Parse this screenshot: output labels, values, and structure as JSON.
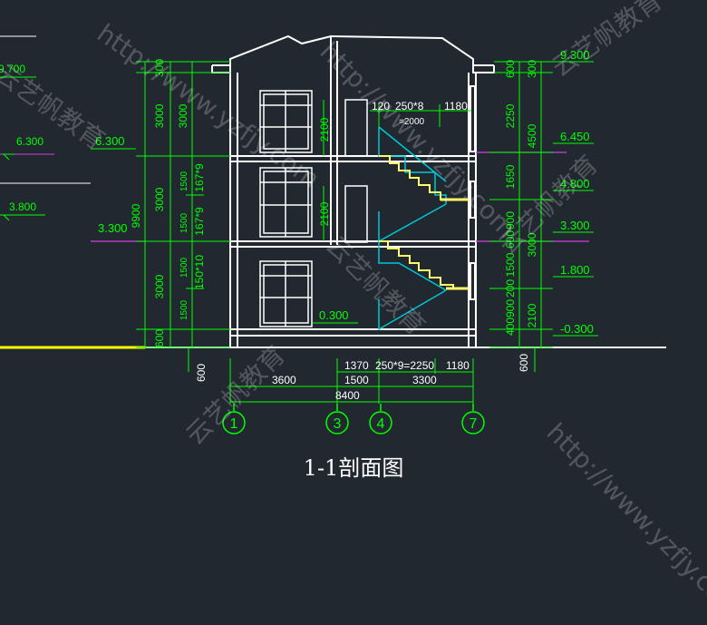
{
  "drawing": {
    "title": "1-1剖面图",
    "axes": [
      "1",
      "3",
      "4",
      "7"
    ],
    "elev_right": [
      "9.300",
      "6.450",
      "4.800",
      "3.300",
      "1.800",
      "-0.300"
    ],
    "elev_left": [
      "6.300",
      "3.300"
    ],
    "elev_far_left": [
      "9.700",
      "6.300",
      "3.800"
    ],
    "floor_mark": "0.300",
    "left_outer_total": "9900",
    "left_outer": [
      "300",
      "3000",
      "3000",
      "3000",
      "600"
    ],
    "left_inner": [
      "3000",
      "1500",
      "167*9",
      "1500",
      "167*9",
      "1500",
      "150*10",
      "1500"
    ],
    "right_outer": [
      "300",
      "4500",
      "3000",
      "2100",
      "600"
    ],
    "right_inner": [
      "600",
      "2250",
      "1650",
      "900",
      "600",
      "1500",
      "200",
      "900",
      "400"
    ],
    "door_heights": [
      "2100",
      "2100"
    ],
    "base_left": "600",
    "base_right": "600",
    "bottom_dims": {
      "row1": [
        "1370",
        "250*9=2250",
        "1180"
      ],
      "row2": [
        "3600",
        "1500",
        "3300"
      ],
      "total": "8400"
    },
    "stair_dims": [
      "120",
      "250*8",
      "=2000",
      "1180"
    ],
    "colors": {
      "background": "#212830",
      "dim": "#00ff00",
      "wall": "#ffffff",
      "stair": "#00c8d8",
      "tread": "#ffff66",
      "level": "#d040e0",
      "ground": "#ffff00"
    }
  },
  "watermark": {
    "url": "http://www.yzfjy.com",
    "brand": "云艺帆教育"
  }
}
